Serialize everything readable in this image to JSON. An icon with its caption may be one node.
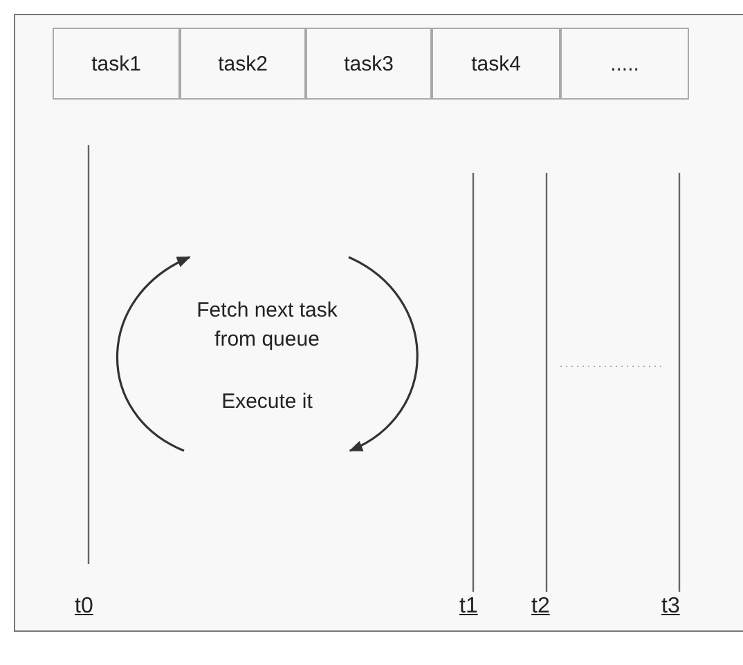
{
  "diagram": {
    "nodes": [
      {
        "text": [
          "task1"
        ]
      },
      {
        "text": [
          "task2"
        ]
      },
      {
        "text": [
          "task3"
        ]
      },
      {
        "text": [
          "task4"
        ]
      },
      {
        "text": [
          "....."
        ]
      },
      {
        "text": [
          "Fetch next task from queue"
        ]
      },
      {
        "text": [
          "Execute it"
        ]
      }
    ],
    "edges": [
      {
        "from": 5,
        "to": 6,
        "arrow": "to"
      },
      {
        "from": 6,
        "to": 5,
        "arrow": "to"
      }
    ],
    "labels": [
      "t0",
      "t1",
      "t2",
      "t3"
    ]
  }
}
